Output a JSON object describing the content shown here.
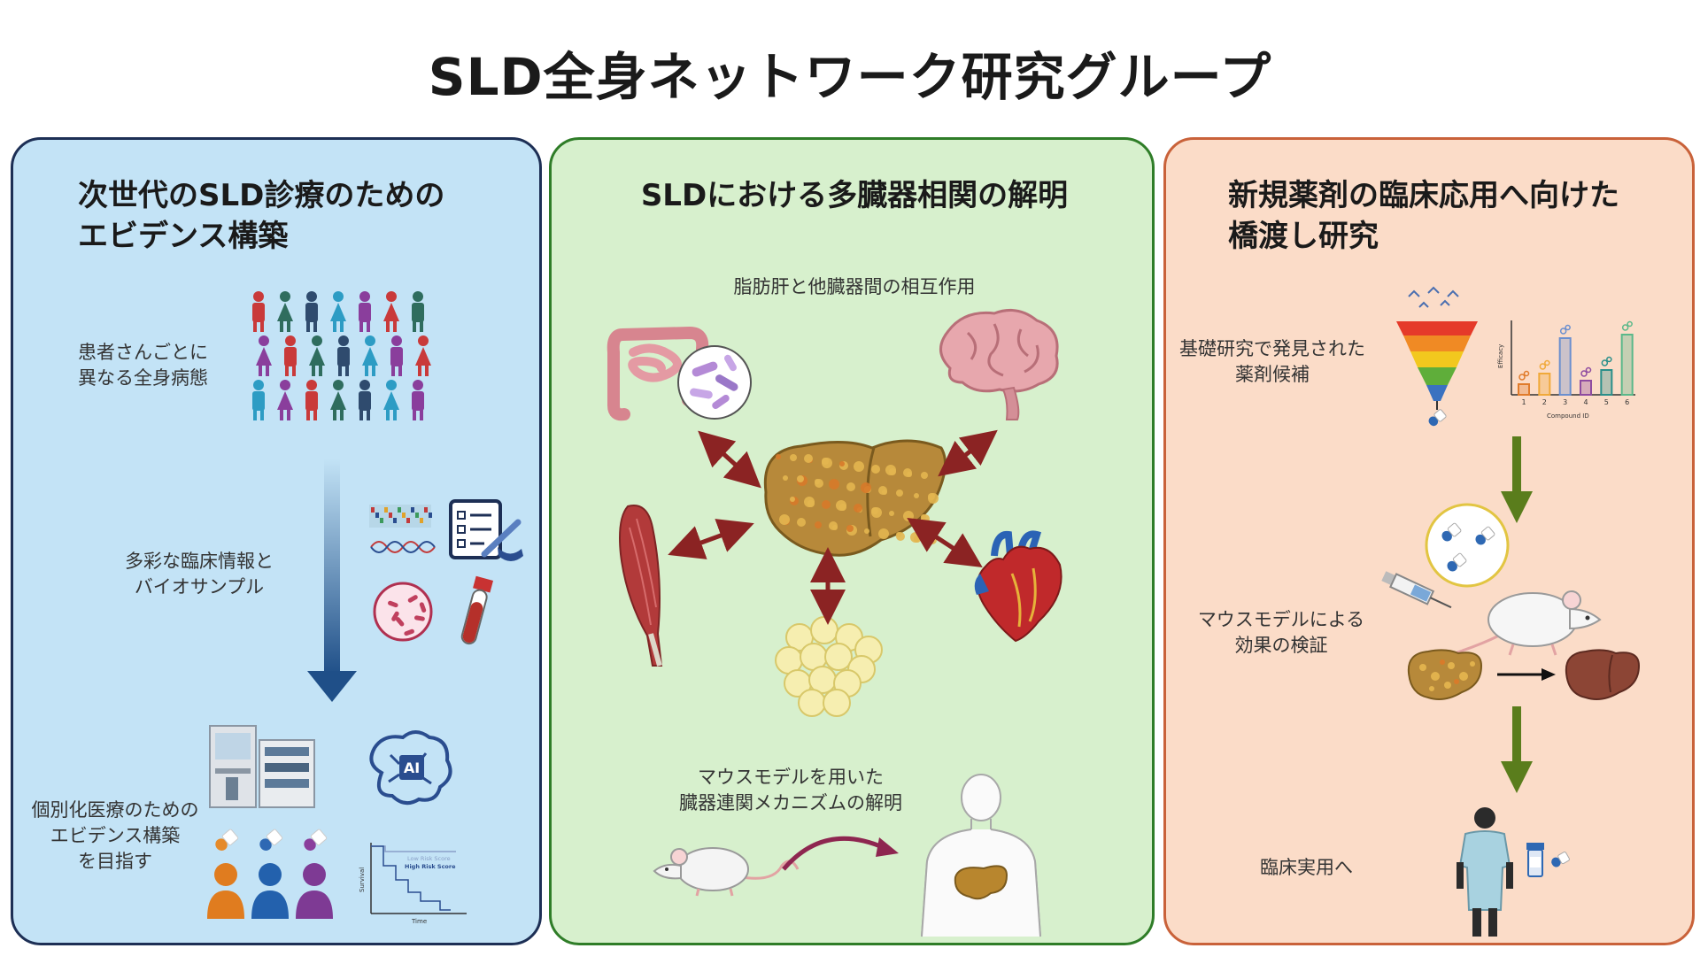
{
  "title": "SLD全身ネットワーク研究グループ",
  "colors": {
    "panel1_bg": "#c3e3f6",
    "panel1_border": "#1d2f55",
    "panel2_bg": "#d7f0cd",
    "panel2_border": "#2f7d28",
    "panel3_bg": "#fbdcc8",
    "panel3_border": "#c9623a",
    "arrow_red": "#8b2323",
    "arrow_green": "#5a7d1c"
  },
  "panel1": {
    "heading_line1": "次世代のSLD診療のための",
    "heading_line2": "エビデンス構築",
    "label1_line1": "患者さんごとに",
    "label1_line2": "異なる全身病態",
    "label2_line1": "多彩な臨床情報と",
    "label2_line2": "バイオサンプル",
    "label3_line1": "個別化医療のための",
    "label3_line2": "エビデンス構築",
    "label3_line3": "を目指す",
    "ai_label": "AI",
    "km": {
      "ylabel": "Survival",
      "xlabel": "Time",
      "low": "Low Risk Score",
      "high": "High Risk Score"
    }
  },
  "panel2": {
    "heading": "SLDにおける多臓器相関の解明",
    "label_top": "脂肪肝と他臓器間の相互作用",
    "label_bottom_line1": "マウスモデルを用いた",
    "label_bottom_line2": "臓器連関メカニズムの解明"
  },
  "panel3": {
    "heading_line1": "新規薬剤の臨床応用へ向けた",
    "heading_line2": "橋渡し研究",
    "label1_line1": "基礎研究で発見された",
    "label1_line2": "薬剤候補",
    "label2_line1": "マウスモデルによる",
    "label2_line2": "効果の検証",
    "label3": "臨床実用へ",
    "chart_ylabel": "Efficacy",
    "chart_xlabel": "Compound ID",
    "chart_ticks": [
      "1",
      "2",
      "3",
      "4",
      "5",
      "6"
    ],
    "chart_values": [
      0.15,
      0.3,
      0.8,
      0.2,
      0.35,
      0.85
    ],
    "chart_colors": [
      "#e07b2b",
      "#f0a93a",
      "#6b8fcf",
      "#8e4ba0",
      "#2a8f8a",
      "#5bb88a"
    ]
  },
  "icons": [
    "crowd-icon",
    "dna-icon",
    "clipboard-icon",
    "bacteria-icon",
    "blood-tube-icon",
    "lab-instrument-icon",
    "ai-brain-icon",
    "capsule-icon",
    "person-icon",
    "kaplan-meier-icon",
    "intestine-icon",
    "microbe-icon",
    "brain-icon",
    "liver-icon",
    "muscle-icon",
    "heart-icon",
    "adipose-icon",
    "mouse-icon",
    "human-body-icon",
    "funnel-icon",
    "bar-chart-icon",
    "syringe-icon",
    "patient-icon",
    "pill-bottle-icon"
  ]
}
